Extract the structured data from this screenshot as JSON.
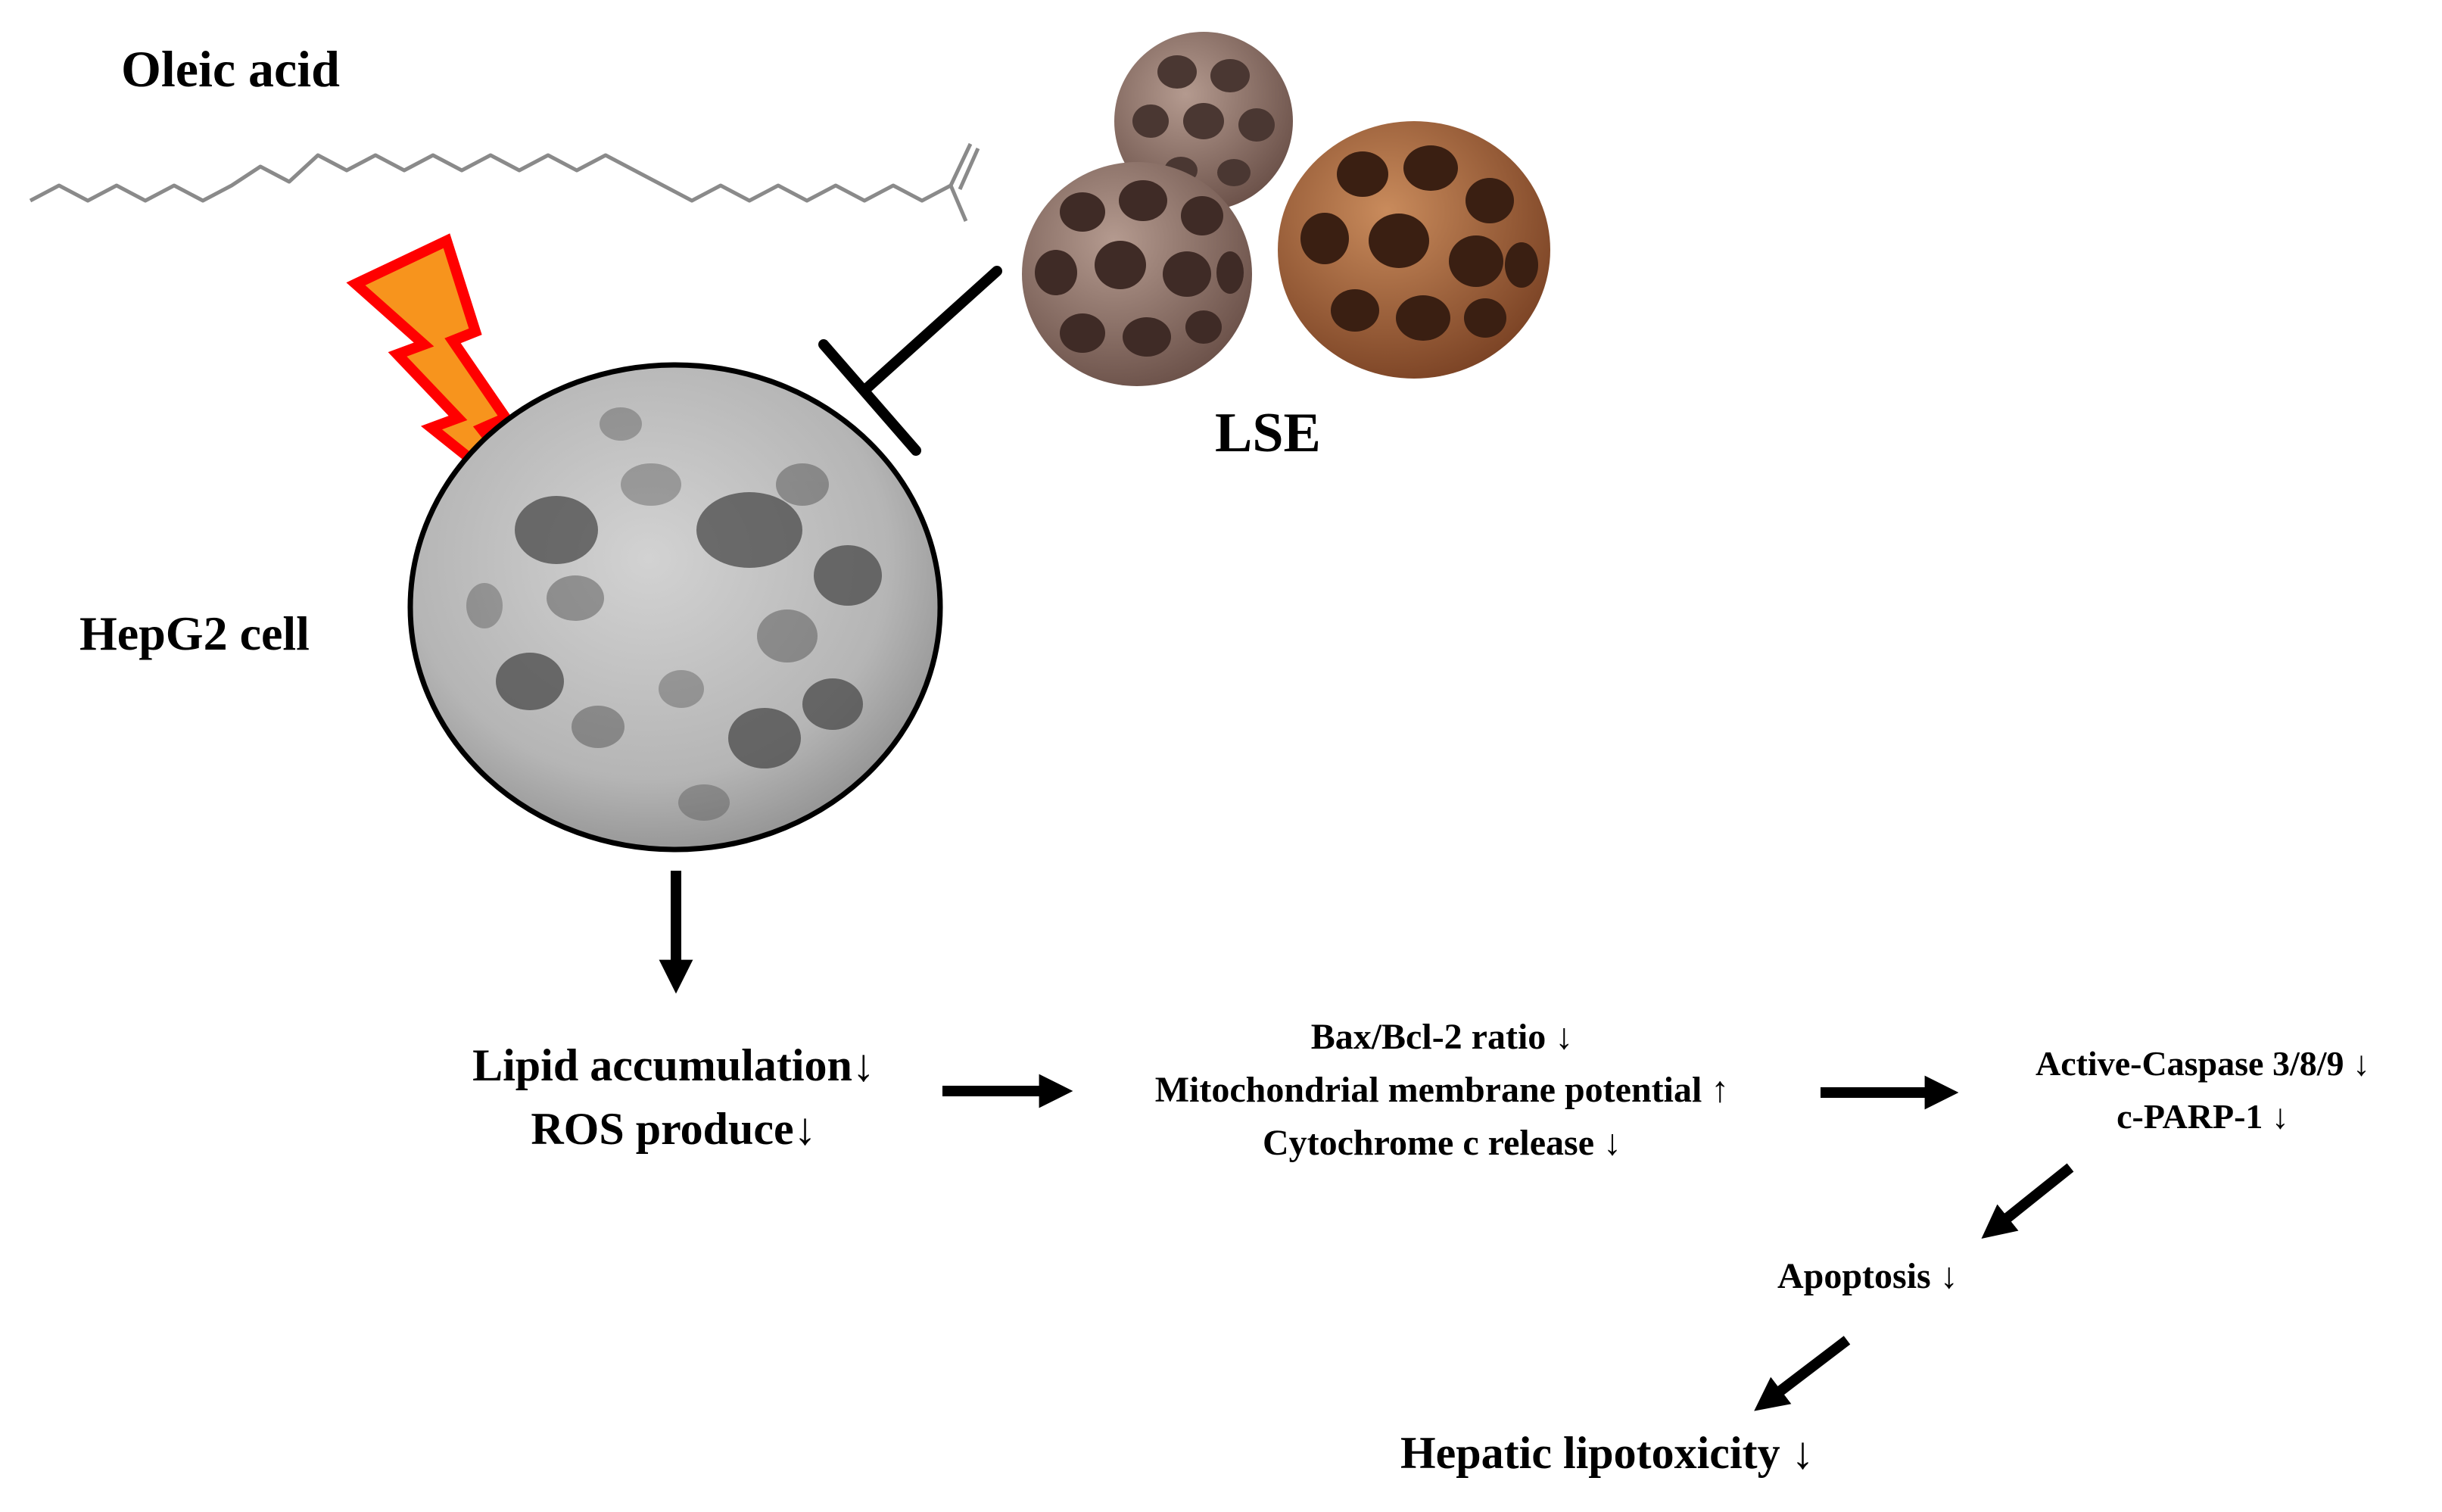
{
  "labels": {
    "oleic_acid": "Oleic acid",
    "lse": "LSE",
    "hepg2": "HepG2 cell"
  },
  "effects": {
    "lipid": [
      "Lipid accumulation↓",
      "ROS produce↓"
    ],
    "mito": [
      "Bax/Bcl-2 ratio ↓",
      "Mitochondrial membrane potential ↑",
      "Cytochrome c release ↓"
    ],
    "caspase": [
      "Active-Caspase 3/8/9 ↓",
      "c-PARP-1 ↓"
    ],
    "apoptosis": "Apoptosis ↓",
    "outcome": "Hepatic lipotoxicity ↓"
  },
  "icons": {
    "molecule": "oleic-acid-structure-icon",
    "stimulus": "lightning-bolt-icon",
    "seedpods": "lotus-seedpod-icon",
    "inhibition": "inhibition-bar-icon",
    "cell": "hepg2-cell-micrograph-icon"
  },
  "colors": {
    "bolt_fill": "#f7941d",
    "bolt_stroke": "#ff0000",
    "seedpod_a": "#8a7066",
    "seedpod_b": "#9b5a36",
    "cell_fill": "#b9b9b9",
    "arrow": "#000000"
  }
}
